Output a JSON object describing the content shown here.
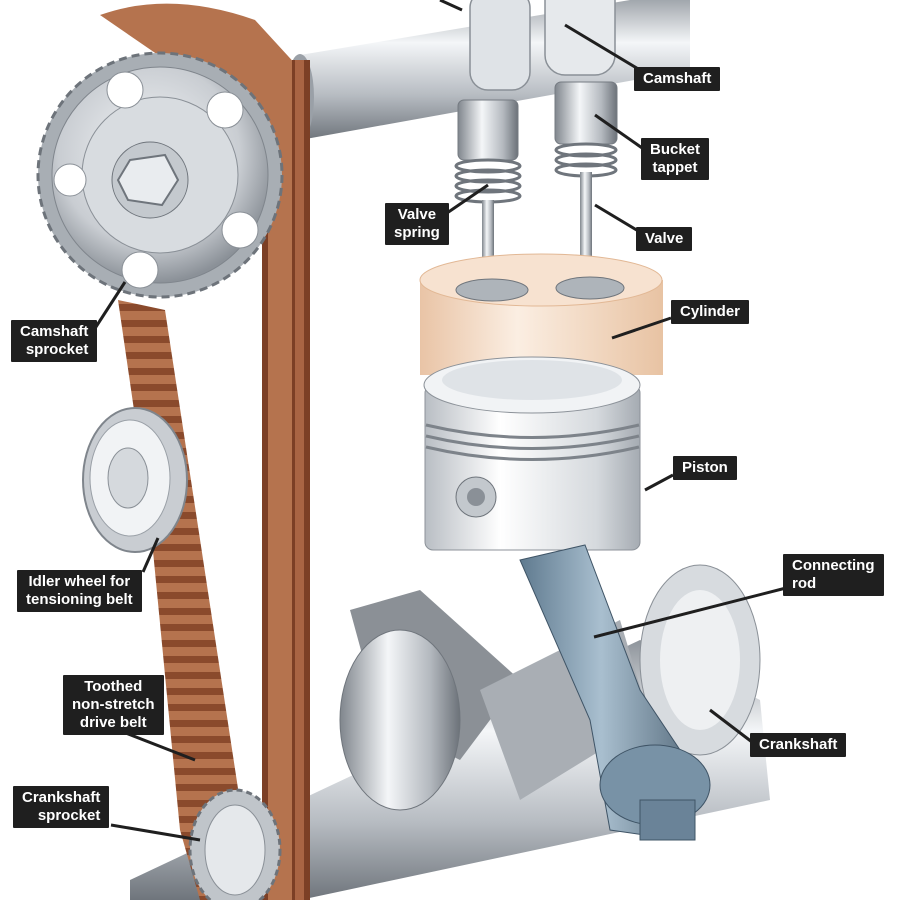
{
  "labels": {
    "camshaft": "Camshaft",
    "bucket_tappet": "Bucket\ntappet",
    "valve_spring": "Valve\nspring",
    "valve": "Valve",
    "cylinder": "Cylinder",
    "camshaft_sprocket": "Camshaft\nsprocket",
    "piston": "Piston",
    "idler_wheel": "Idler wheel for\ntensioning belt",
    "connecting_rod": "Connecting\nrod",
    "toothed_belt": "Toothed\nnon-stretch\ndrive belt",
    "crankshaft": "Crankshaft",
    "crankshaft_sprocket": "Crankshaft\nsprocket"
  },
  "colors": {
    "label_bg": "#1f1f1f",
    "label_text": "#ffffff",
    "belt": "#b5734e",
    "belt_teeth": "#8a4a2c",
    "metal": "#cfd3d8",
    "cylinder": "#f6dcc6",
    "conrod": "#7f99ad"
  }
}
